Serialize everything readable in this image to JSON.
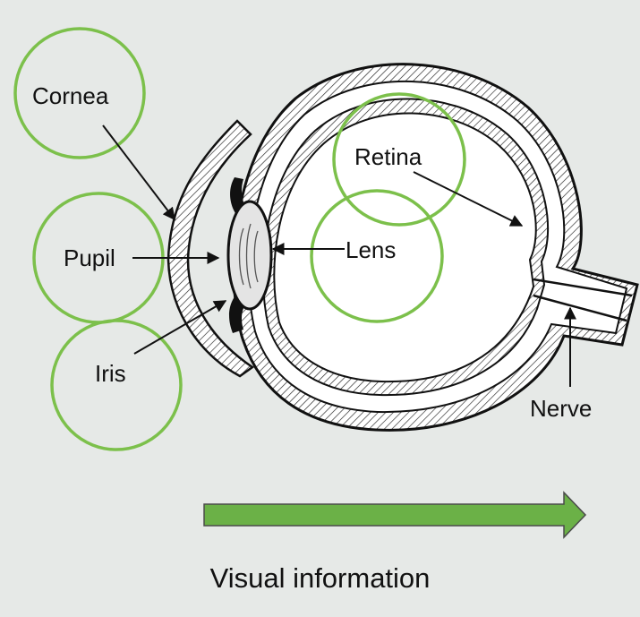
{
  "labels": {
    "cornea": "Cornea",
    "pupil": "Pupil",
    "iris": "Iris",
    "retina": "Retina",
    "lens": "Lens",
    "nerve": "Nerve"
  },
  "caption": "Visual information",
  "colors": {
    "background": "#e6e9e7",
    "highlight_circle": "#7cc04b",
    "arrow_fill": "#6bb147",
    "ink": "#111111"
  }
}
